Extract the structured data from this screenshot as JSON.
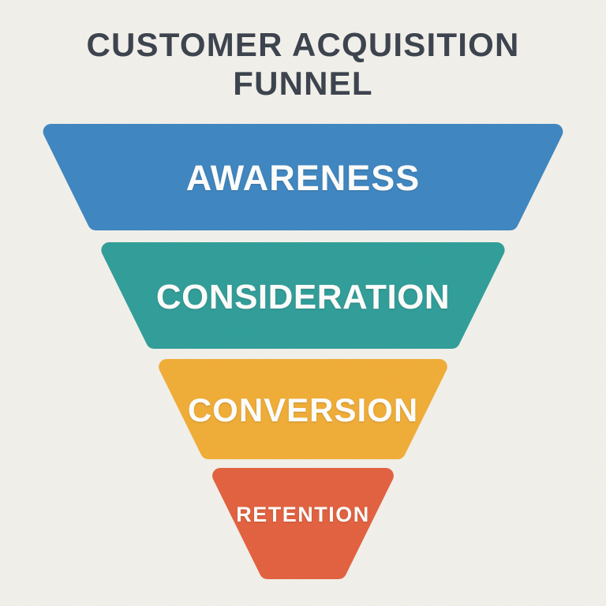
{
  "title": "CUSTOMER ACQUISITION\nFUNNEL",
  "funnel": {
    "segments": [
      {
        "label": "AWARENESS",
        "color": "#3d85c0"
      },
      {
        "label": "CONSIDERATION",
        "color": "#2f9d98"
      },
      {
        "label": "CONVERSION",
        "color": "#f0ac35"
      },
      {
        "label": "RETENTION",
        "color": "#e2603e"
      }
    ]
  },
  "colors": {
    "background": "#f2f0ea",
    "title_text": "#3a414c",
    "label_text": "#fdfdfb"
  }
}
